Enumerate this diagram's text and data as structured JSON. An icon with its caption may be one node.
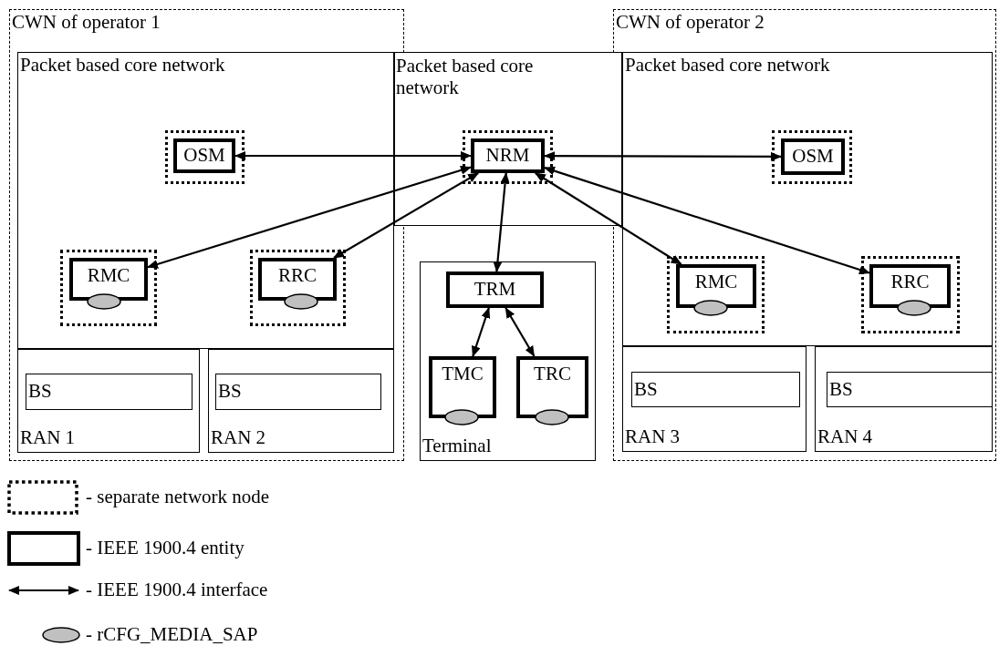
{
  "diagram": {
    "nodes": [
      {
        "text": [
          "CWN of operator 1"
        ]
      },
      {
        "text": [
          "Packet based core network"
        ],
        "in": 0
      },
      {
        "text": [],
        "shape": "box",
        "in": 1
      },
      {
        "text": [
          "OSM"
        ],
        "in": 2
      },
      {
        "text": [],
        "shape": "box",
        "in": 1
      },
      {
        "text": [
          "RMC"
        ],
        "in": 4
      },
      {
        "text": [],
        "shape": "ellipse",
        "in": 4
      },
      {
        "text": [],
        "shape": "box",
        "in": 1
      },
      {
        "text": [
          "RRC"
        ],
        "in": 7
      },
      {
        "text": [],
        "shape": "ellipse",
        "in": 7
      },
      {
        "text": [
          "RAN 1"
        ],
        "in": 0
      },
      {
        "text": [
          "BS"
        ],
        "in": 10
      },
      {
        "text": [
          "RAN 2"
        ],
        "in": 0
      },
      {
        "text": [
          "BS"
        ],
        "in": 12
      },
      {
        "text": [
          "Packet based core network"
        ]
      },
      {
        "text": [],
        "shape": "box",
        "in": 14
      },
      {
        "text": [
          "NRM"
        ],
        "in": 15
      },
      {
        "text": [
          "Terminal"
        ]
      },
      {
        "text": [
          "TRM"
        ],
        "in": 17
      },
      {
        "text": [
          "TMC"
        ],
        "in": 17
      },
      {
        "text": [],
        "shape": "ellipse",
        "in": 17
      },
      {
        "text": [
          "TRC"
        ],
        "in": 17
      },
      {
        "text": [],
        "shape": "ellipse",
        "in": 17
      },
      {
        "text": [
          "CWN of operator 2"
        ]
      },
      {
        "text": [
          "Packet based core network"
        ],
        "in": 23
      },
      {
        "text": [],
        "shape": "box",
        "in": 24
      },
      {
        "text": [
          "OSM"
        ],
        "in": 25
      },
      {
        "text": [],
        "shape": "box",
        "in": 24
      },
      {
        "text": [
          "RMC"
        ],
        "in": 27
      },
      {
        "text": [],
        "shape": "ellipse",
        "in": 27
      },
      {
        "text": [],
        "shape": "box",
        "in": 24
      },
      {
        "text": [
          "RRC"
        ],
        "in": 30
      },
      {
        "text": [],
        "shape": "ellipse",
        "in": 30
      },
      {
        "text": [
          "RAN 3"
        ],
        "in": 23
      },
      {
        "text": [
          "BS"
        ],
        "in": 33
      },
      {
        "text": [
          "RAN 4"
        ],
        "in": 23
      },
      {
        "text": [
          "BS"
        ],
        "in": 35
      }
    ],
    "edges": [
      {
        "from": 3,
        "to": 16,
        "arrow": "both"
      },
      {
        "from": 16,
        "to": 26,
        "arrow": "both"
      },
      {
        "from": 16,
        "to": 5,
        "arrow": "both"
      },
      {
        "from": 16,
        "to": 8,
        "arrow": "both"
      },
      {
        "from": 16,
        "to": 18,
        "arrow": "both"
      },
      {
        "from": 16,
        "to": 28,
        "arrow": "both"
      },
      {
        "from": 16,
        "to": 31,
        "arrow": "both"
      },
      {
        "from": 18,
        "to": 19,
        "arrow": "both"
      },
      {
        "from": 18,
        "to": 21,
        "arrow": "both"
      }
    ],
    "legend": [
      {
        "text": "- separate network node"
      },
      {
        "text": "- IEEE 1900.4 entity"
      },
      {
        "text": "- IEEE 1900.4 interface"
      },
      {
        "text": "- rCFG_MEDIA_SAP"
      }
    ]
  }
}
